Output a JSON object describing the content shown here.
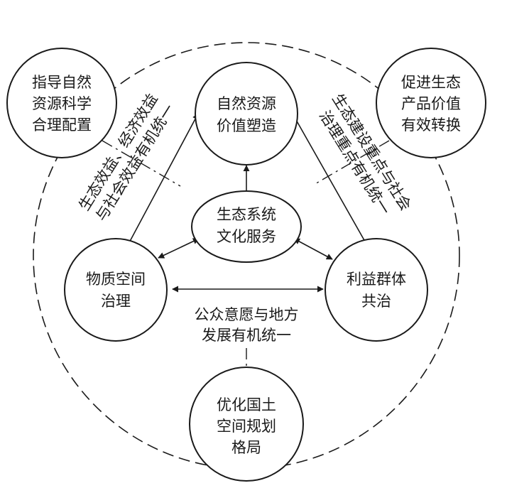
{
  "nodes": {
    "center": {
      "lines": [
        "生态系统",
        "文化服务"
      ]
    },
    "top": {
      "lines": [
        "自然资源",
        "价值塑造"
      ]
    },
    "left": {
      "lines": [
        "物质空间",
        "治理"
      ]
    },
    "right": {
      "lines": [
        "利益群体",
        "共治"
      ]
    },
    "outer_top_left": {
      "lines": [
        "指导自然",
        "资源科学",
        "合理配置"
      ]
    },
    "outer_top_right": {
      "lines": [
        "促进生态",
        "产品价值",
        "有效转换"
      ]
    },
    "outer_bottom": {
      "lines": [
        "优化国土",
        "空间规划",
        "格局"
      ]
    }
  },
  "edges": {
    "left_top": {
      "lines": [
        "生态效益、经济效益",
        "与社会效益有机统一"
      ]
    },
    "top_right": {
      "lines": [
        "生态建设重点与社会",
        "治理重点有机统一"
      ]
    },
    "left_right": {
      "lines": [
        "公众意愿与地方",
        "发展有机统一"
      ]
    }
  }
}
